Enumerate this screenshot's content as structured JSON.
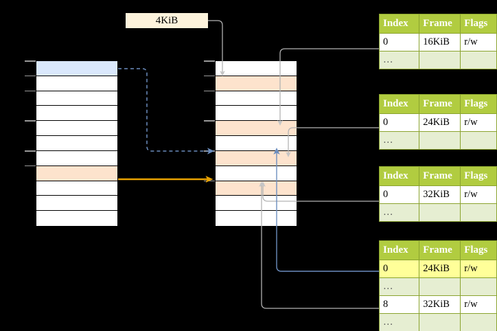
{
  "diagram": {
    "title_label": "4KiB",
    "virtual_column": {
      "name": "virtual-address-space",
      "row_count": 11,
      "rows": [
        {
          "index": 0,
          "fill": "blue",
          "label": ""
        },
        {
          "index": 1,
          "fill": "white",
          "label": ""
        },
        {
          "index": 2,
          "fill": "white",
          "label": ""
        },
        {
          "index": 3,
          "fill": "white",
          "label": ""
        },
        {
          "index": 4,
          "fill": "white",
          "label": ""
        },
        {
          "index": 5,
          "fill": "white",
          "label": ""
        },
        {
          "index": 6,
          "fill": "white",
          "label": ""
        },
        {
          "index": 7,
          "fill": "peach",
          "label": ""
        },
        {
          "index": 8,
          "fill": "white",
          "label": ""
        },
        {
          "index": 9,
          "fill": "white",
          "label": ""
        },
        {
          "index": 10,
          "fill": "white",
          "label": ""
        }
      ]
    },
    "physical_column": {
      "name": "physical-memory",
      "row_count": 11,
      "rows": [
        {
          "index": 0,
          "fill": "white",
          "label": ""
        },
        {
          "index": 1,
          "fill": "peach",
          "label": ""
        },
        {
          "index": 2,
          "fill": "white",
          "label": ""
        },
        {
          "index": 3,
          "fill": "white",
          "label": ""
        },
        {
          "index": 4,
          "fill": "peach",
          "label": ""
        },
        {
          "index": 5,
          "fill": "white",
          "label": ""
        },
        {
          "index": 6,
          "fill": "peach",
          "label": ""
        },
        {
          "index": 7,
          "fill": "white",
          "label": ""
        },
        {
          "index": 8,
          "fill": "peach",
          "label": ""
        },
        {
          "index": 9,
          "fill": "white",
          "label": ""
        },
        {
          "index": 10,
          "fill": "white",
          "label": ""
        }
      ]
    },
    "colors": {
      "highlight_blue": "#dae8fc",
      "highlight_peach": "#fde3cd",
      "table_header_green": "#b1cc40",
      "table_alt_green": "#e6eed2",
      "yellow_highlight": "#ffff99",
      "orange_arrow": "#e8a200",
      "blue_arrow": "#6c8ebf",
      "gray_wire": "#b3b3b3",
      "label_bg": "#fdf3dc"
    },
    "tables": [
      {
        "name": "page-table-1",
        "headers": [
          "Index",
          "Frame",
          "Flags"
        ],
        "rows": [
          {
            "cells": [
              "0",
              "16KiB",
              "r/w"
            ],
            "style": "plain"
          },
          {
            "cells": [
              "…",
              "",
              ""
            ],
            "style": "ellip"
          }
        ]
      },
      {
        "name": "page-table-2",
        "headers": [
          "Index",
          "Frame",
          "Flags"
        ],
        "rows": [
          {
            "cells": [
              "0",
              "24KiB",
              "r/w"
            ],
            "style": "plain"
          },
          {
            "cells": [
              "…",
              "",
              ""
            ],
            "style": "ellip"
          }
        ]
      },
      {
        "name": "page-table-3",
        "headers": [
          "Index",
          "Frame",
          "Flags"
        ],
        "rows": [
          {
            "cells": [
              "0",
              "32KiB",
              "r/w"
            ],
            "style": "plain"
          },
          {
            "cells": [
              "…",
              "",
              ""
            ],
            "style": "ellip"
          }
        ]
      },
      {
        "name": "page-table-4",
        "headers": [
          "Index",
          "Frame",
          "Flags"
        ],
        "rows": [
          {
            "cells": [
              "0",
              "24KiB",
              "r/w"
            ],
            "style": "highlight"
          },
          {
            "cells": [
              "…",
              "",
              ""
            ],
            "style": "ellip"
          },
          {
            "cells": [
              "8",
              "32KiB",
              "r/w"
            ],
            "style": "plain"
          },
          {
            "cells": [
              "…",
              "",
              ""
            ],
            "style": "ellip"
          }
        ]
      }
    ]
  }
}
